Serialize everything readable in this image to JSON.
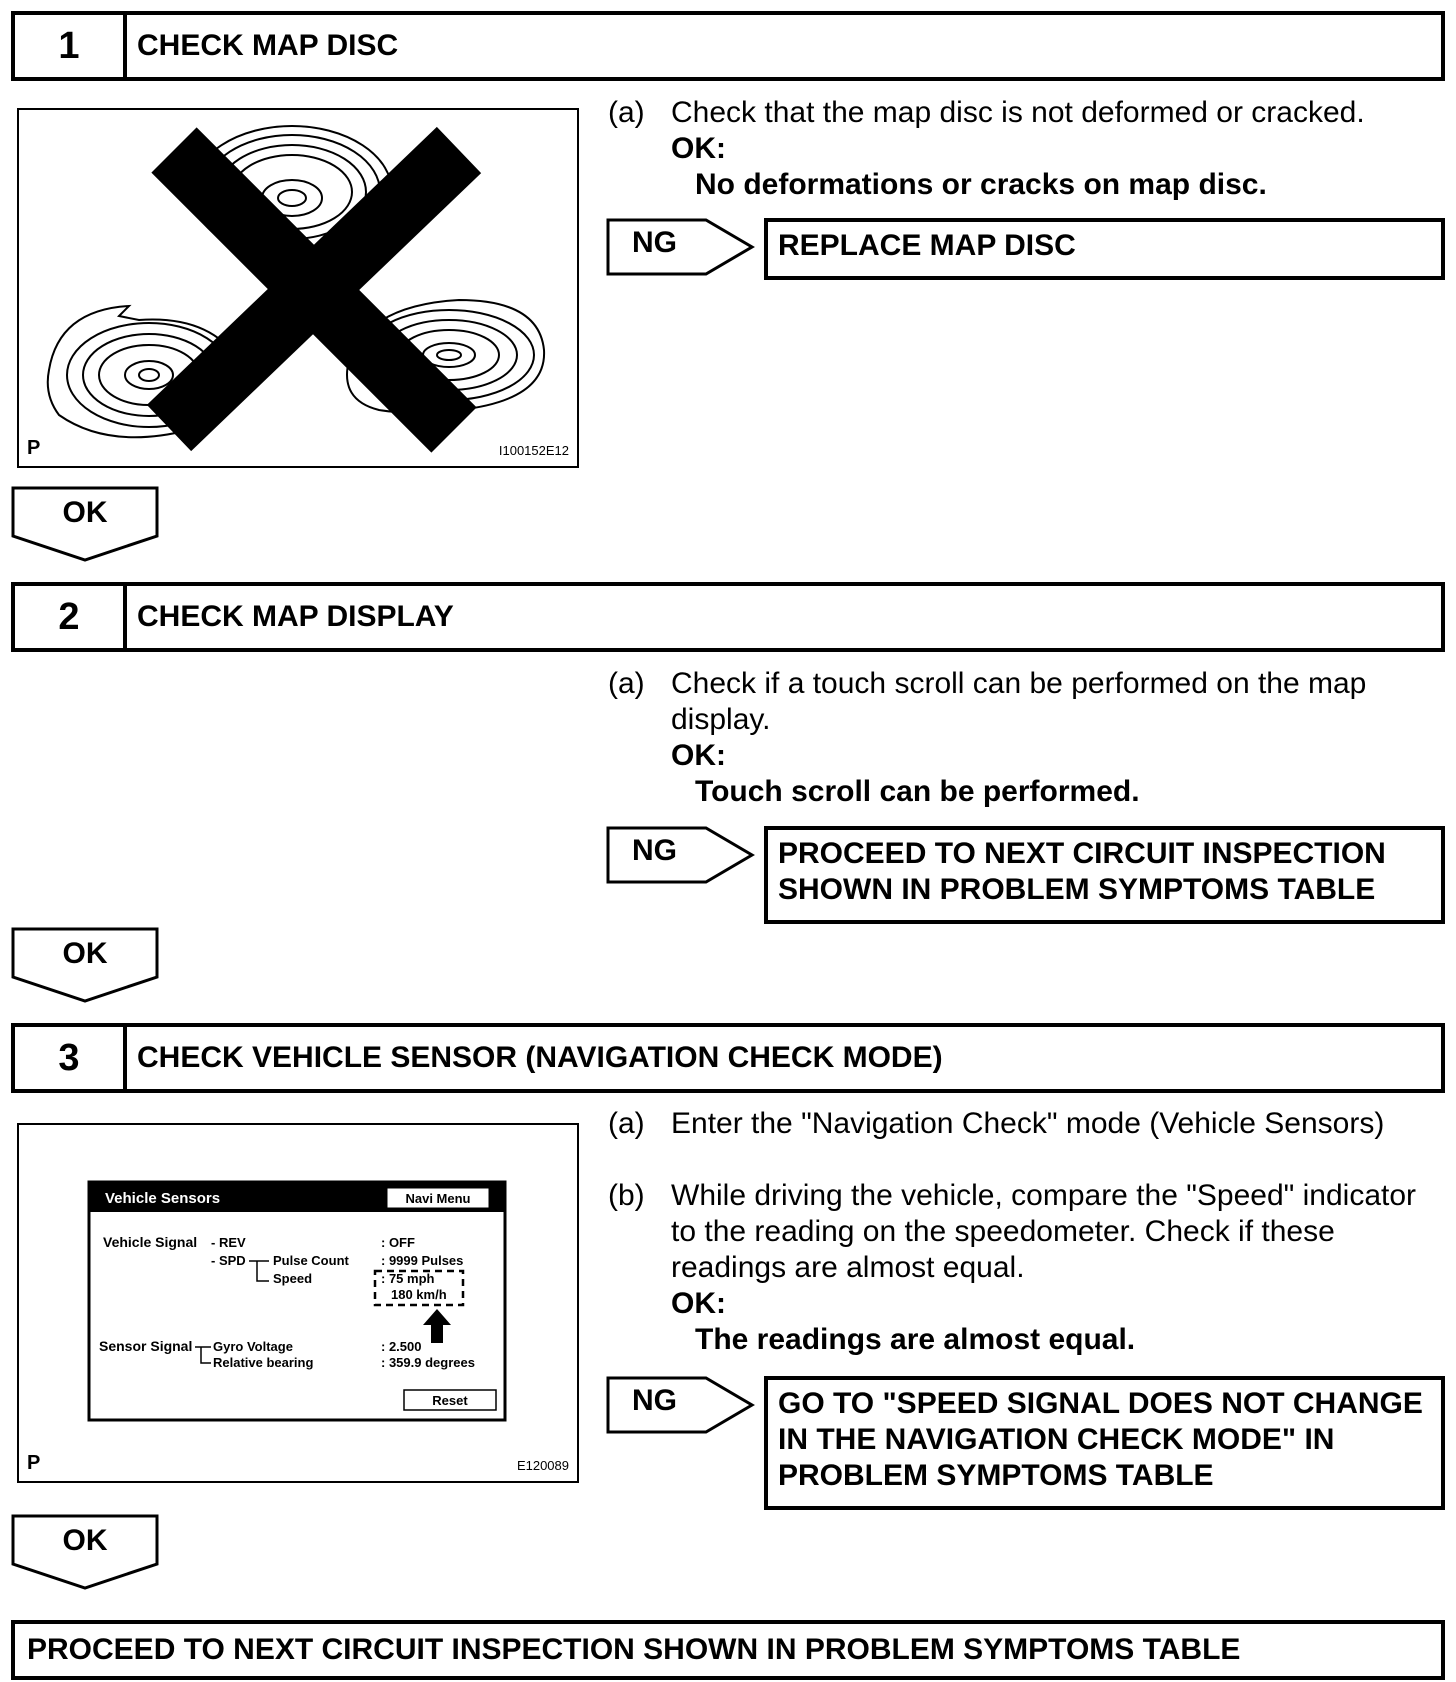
{
  "steps": [
    {
      "number": "1",
      "title": "CHECK MAP DISC",
      "figure": {
        "corner": "P",
        "id": "I100152E12"
      },
      "instructions": [
        {
          "label": "(a)",
          "text": "Check that the map disc is not deformed or cracked."
        }
      ],
      "ok_label": "OK:",
      "ok_detail": "No deformations or cracks on map disc.",
      "ng_label": "NG",
      "ng_result": "REPLACE MAP DISC",
      "ok_arrow": "OK"
    },
    {
      "number": "2",
      "title": "CHECK MAP DISPLAY",
      "instructions": [
        {
          "label": "(a)",
          "text": "Check if a touch scroll can be performed on the map display."
        }
      ],
      "ok_label": "OK:",
      "ok_detail": "Touch scroll can be performed.",
      "ng_label": "NG",
      "ng_result": "PROCEED TO NEXT CIRCUIT INSPECTION SHOWN IN PROBLEM SYMPTOMS TABLE",
      "ok_arrow": "OK"
    },
    {
      "number": "3",
      "title": "CHECK VEHICLE SENSOR (NAVIGATION CHECK MODE)",
      "figure": {
        "corner": "P",
        "id": "E120089",
        "screen": {
          "title": "Vehicle Sensors",
          "menu_button": "Navi Menu",
          "vehicle_signal": "Vehicle Signal",
          "rev": "- REV",
          "spd": "- SPD",
          "pulse_count": "Pulse Count",
          "speed": "Speed",
          "rev_value": ": OFF",
          "pulses_value": ": 9999 Pulses",
          "mph_value": ": 75 mph",
          "kmh_value": "180 km/h",
          "sensor_signal": "Sensor Signal",
          "gyro_voltage": "Gyro Voltage",
          "relative_bearing": "Relative bearing",
          "gyro_value": ": 2.500",
          "bearing_value": ": 359.9 degrees",
          "reset_button": "Reset"
        }
      },
      "instructions": [
        {
          "label": "(a)",
          "text": "Enter the \"Navigation Check\" mode (Vehicle Sensors)"
        },
        {
          "label": "(b)",
          "text": "While driving the vehicle, compare the \"Speed\" indicator to the reading on the speedometer. Check if these readings are almost equal."
        }
      ],
      "ok_label": "OK:",
      "ok_detail": "The readings are almost equal.",
      "ng_label": "NG",
      "ng_result": "GO TO \"SPEED SIGNAL DOES NOT CHANGE IN THE NAVIGATION CHECK MODE\" IN PROBLEM SYMPTOMS TABLE",
      "ok_arrow": "OK"
    }
  ],
  "final_result": "PROCEED TO NEXT CIRCUIT INSPECTION SHOWN IN PROBLEM SYMPTOMS TABLE"
}
